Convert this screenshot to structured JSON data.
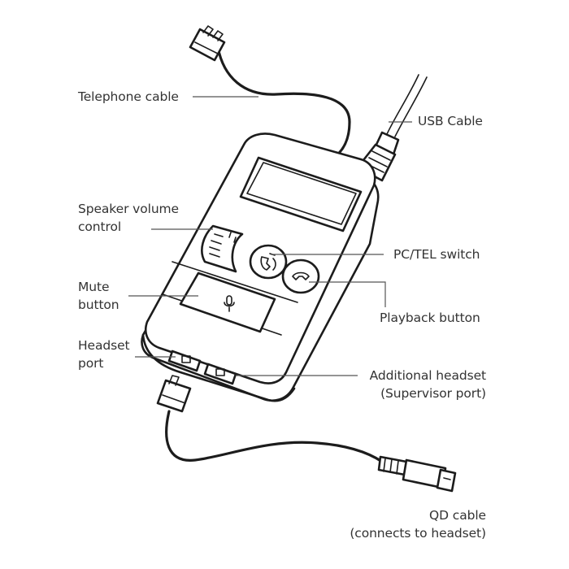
{
  "labels": {
    "telephone_cable": "Telephone cable",
    "usb_cable": "USB Cable",
    "speaker_volume_line1": "Speaker volume",
    "speaker_volume_line2": "control",
    "pc_tel_switch": "PC/TEL switch",
    "mute_line1": "Mute",
    "mute_line2": "button",
    "playback_button": "Playback button",
    "headset_port_line1": "Headset",
    "headset_port_line2": "port",
    "additional_headset_line1": "Additional headset",
    "additional_headset_line2": "(Supervisor port)",
    "qd_cable_line1": "QD cable",
    "qd_cable_line2": "(connects to headset)"
  },
  "colors": {
    "line": "#1c1c1c",
    "label_text": "#333333",
    "background": "#ffffff"
  },
  "icons": {
    "pc_button": "handset-icon",
    "tel_button": "handset-icon",
    "mute_button": "microphone-icon"
  }
}
